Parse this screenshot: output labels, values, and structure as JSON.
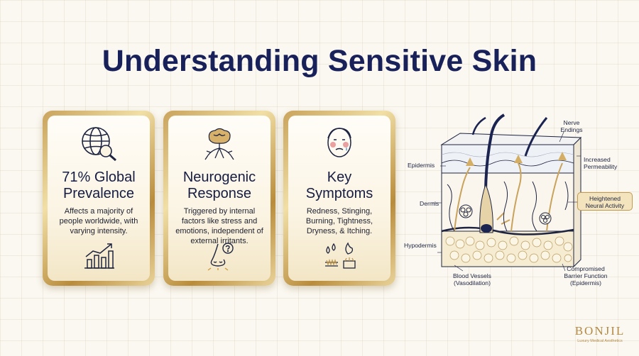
{
  "title": "Understanding Sensitive Skin",
  "colors": {
    "navy": "#19215a",
    "gold": "#c29a4f"
  },
  "cards": [
    {
      "icon": "globe-search-icon",
      "title_line1": "71% Global",
      "title_line2": "Prevalence",
      "description": "Affects a majority of people worldwide, with varying intensity.",
      "footer_icon": "trend-chart-icon"
    },
    {
      "icon": "brain-nerves-icon",
      "title_line1": "Neurogenic",
      "title_line2": "Response",
      "description": "Triggered by internal factors like stress and emotions, independent of external irritants.",
      "footer_icon": "nose-question-icon"
    },
    {
      "icon": "irritated-face-icon",
      "title_line1": "Key",
      "title_line2": "Symptoms",
      "description": "Redness, Stinging, Burning, Tightness, Dryness, & Itching.",
      "footer_icon": "symptom-icons"
    }
  ],
  "diagram": {
    "labels": {
      "epidermis": "Epidermis",
      "dermis": "Dermis",
      "hypodermis": "Hypodermis",
      "nerve_endings_1": "Nerve",
      "nerve_endings_2": "Endings",
      "permeability_1": "Increased",
      "permeability_2": "Permeability",
      "neural_1": "Heightened",
      "neural_2": "Neural Activity",
      "blood_1": "Blood Vessels",
      "blood_2": "(Vasodilation)",
      "barrier_1": "Compromised",
      "barrier_2": "Barrier Function",
      "barrier_3": "(Epidermis)"
    }
  },
  "logo": {
    "name": "BONJIL",
    "tagline": "Luxury Medical Aesthetics"
  }
}
